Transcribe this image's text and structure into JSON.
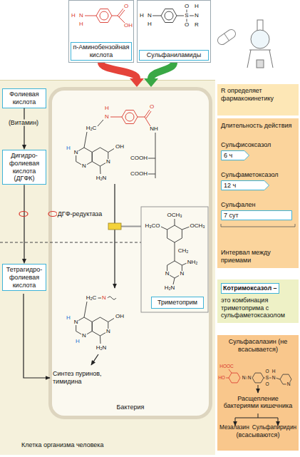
{
  "diagram": {
    "nodes": [
      {
        "text": [
          "п-Аминобензойная кислота"
        ]
      },
      {
        "text": [
          "Сульфаниламиды"
        ]
      },
      {
        "text": [
          "Клетка организма человека"
        ]
      },
      {
        "text": [
          "Бактерия"
        ],
        "in": 2
      },
      {
        "text": [
          "Фолиевая кислота"
        ],
        "in": 2
      },
      {
        "text": [
          "Дигидро-фолиевая кислота (ДГФК)"
        ],
        "in": 2
      },
      {
        "text": [
          "Тетрагидро-фолиевая кислота"
        ],
        "in": 2
      },
      {
        "text": [
          "Триметоприм"
        ],
        "in": 3
      },
      {
        "text": [
          "R определяет фармакокинетику"
        ]
      },
      {
        "text": [
          "Длительность действия",
          "Интервал между приемами"
        ]
      },
      {
        "text": [
          "Сульфисоксазол",
          "6 ч"
        ],
        "in": 9
      },
      {
        "text": [
          "Сульфаметоксазол",
          "12 ч"
        ],
        "in": 9
      },
      {
        "text": [
          "Сульфален",
          "7 сут"
        ],
        "in": 9
      },
      {
        "text": [
          "Котримоксазол –",
          "это комбинация триметоприма с сульфаметоксазолом"
        ]
      },
      {
        "text": [
          "Сульфасалазин (не всасывается)",
          "Расщепление бактериями кишечника",
          "Мезалазин",
          "Сульфапиридин",
          "(всасываются)"
        ]
      }
    ],
    "edges": [
      {
        "from": 0,
        "to": 3,
        "arrow": "to"
      },
      {
        "from": 1,
        "to": 3,
        "arrow": "to"
      },
      {
        "from": 4,
        "to": 5,
        "arrow": "to"
      },
      {
        "from": 5,
        "to": 6,
        "arrow": "to"
      }
    ],
    "labels": [
      "(Витамин)",
      "ДГФ-редуктаза",
      "Синтез пуринов, тимидина",
      "H",
      "N",
      "H",
      "O",
      "OH",
      "H",
      "N",
      "H",
      "S",
      "O",
      "O",
      "N",
      "H",
      "R",
      "N",
      "H",
      "H₂C",
      "O",
      "NH",
      "COOH",
      "COOH",
      "H",
      "N",
      "N",
      "N",
      "OH",
      "H₂N",
      "OCH₃",
      "H₃CO",
      "OCH₃",
      "CH₂",
      "N",
      "N",
      "NH₂",
      "H₂N",
      "H₂C",
      "H",
      "N",
      "N",
      "N",
      "OH",
      "H₂N",
      "H",
      "N",
      "HOOC",
      "HO",
      "N",
      "N",
      "S",
      "O",
      "O",
      "N",
      "H",
      "N"
    ]
  }
}
